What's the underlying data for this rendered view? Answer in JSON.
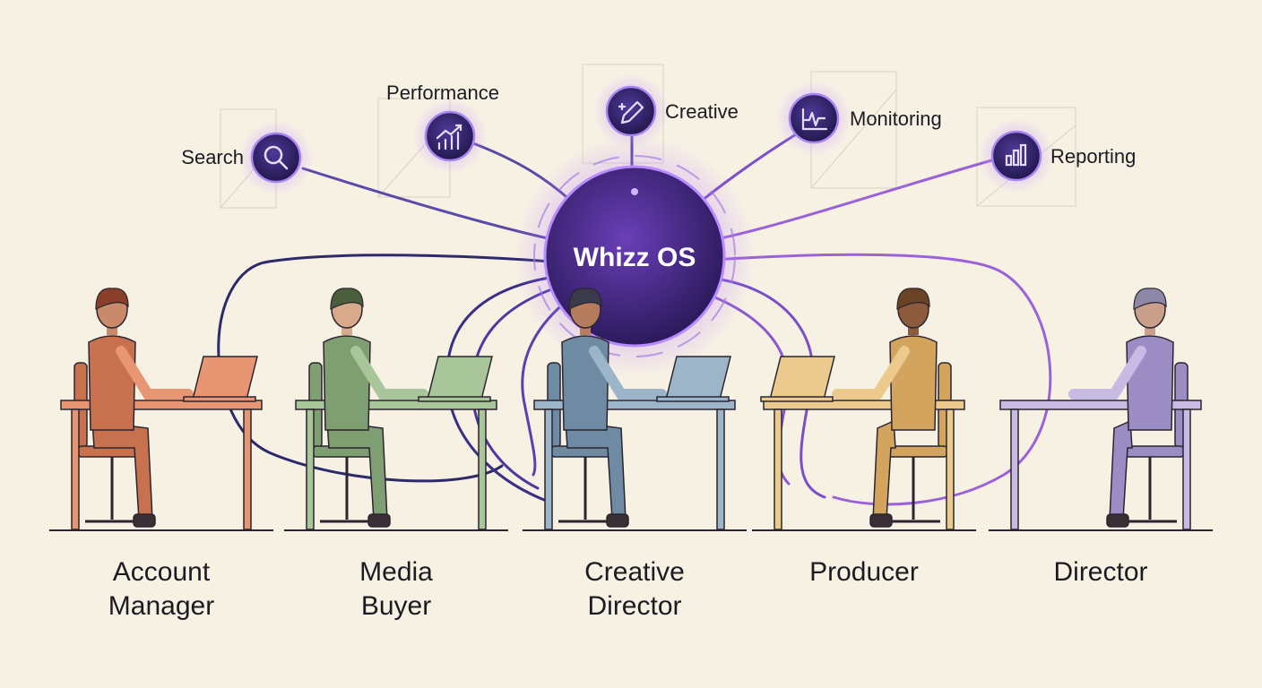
{
  "hub": {
    "label": "Whizz OS",
    "color": "#5b2fa3",
    "glow": "#b57bff"
  },
  "tools": [
    {
      "id": "search",
      "label": "Search",
      "icon": "magnifier-icon"
    },
    {
      "id": "performance",
      "label": "Performance",
      "icon": "trend-chart-icon"
    },
    {
      "id": "creative",
      "label": "Creative",
      "icon": "pen-sparkle-icon"
    },
    {
      "id": "monitoring",
      "label": "Monitoring",
      "icon": "pulse-monitor-icon"
    },
    {
      "id": "reporting",
      "label": "Reporting",
      "icon": "bar-chart-icon"
    }
  ],
  "roles": [
    {
      "id": "account-manager",
      "lines": [
        "Account",
        "Manager"
      ],
      "color": "#c8714f",
      "accent": "#e89574"
    },
    {
      "id": "media-buyer",
      "lines": [
        "Media",
        "Buyer"
      ],
      "color": "#7f9f72",
      "accent": "#a9c59a"
    },
    {
      "id": "creative-director",
      "lines": [
        "Creative",
        "Director"
      ],
      "color": "#6f8aa3",
      "accent": "#9db5c9"
    },
    {
      "id": "producer",
      "lines": [
        "Producer"
      ],
      "color": "#d2a45e",
      "accent": "#ecca8e"
    },
    {
      "id": "director",
      "lines": [
        "Director"
      ],
      "color": "#9c8cc4",
      "accent": "#c7bbe3"
    }
  ]
}
